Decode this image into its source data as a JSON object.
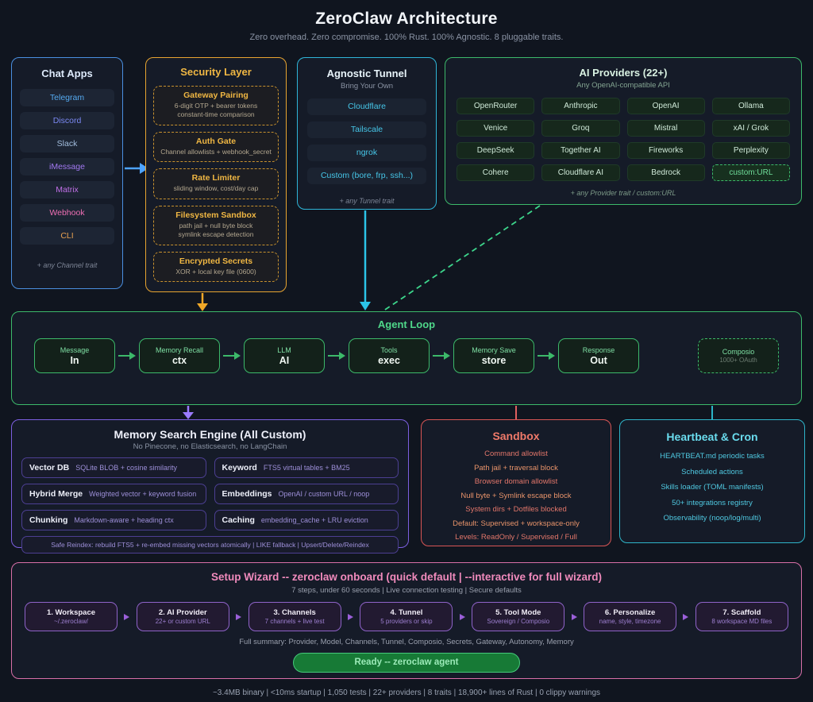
{
  "header": {
    "title": "ZeroClaw Architecture",
    "subtitle": "Zero overhead. Zero compromise. 100% Rust. 100% Agnostic. 8 pluggable traits."
  },
  "chat_apps": {
    "title": "Chat Apps",
    "items": [
      {
        "label": "Telegram",
        "color": "#55aaf0"
      },
      {
        "label": "Discord",
        "color": "#7a88f2"
      },
      {
        "label": "Slack",
        "color": "#a3bede"
      },
      {
        "label": "iMessage",
        "color": "#a279f2"
      },
      {
        "label": "Matrix",
        "color": "#c06fe6"
      },
      {
        "label": "Webhook",
        "color": "#ef6fb4"
      },
      {
        "label": "CLI",
        "color": "#e8a050"
      }
    ],
    "footer": "+ any Channel trait"
  },
  "security": {
    "title": "Security Layer",
    "items": [
      {
        "title": "Gateway Pairing",
        "line1": "6-digit OTP + bearer tokens",
        "line2": "constant-time comparison"
      },
      {
        "title": "Auth Gate",
        "line1": "Channel allowlists + webhook_secret",
        "line2": ""
      },
      {
        "title": "Rate Limiter",
        "line1": "sliding window, cost/day cap",
        "line2": ""
      },
      {
        "title": "Filesystem Sandbox",
        "line1": "path jail + null byte block",
        "line2": "symlink escape detection"
      },
      {
        "title": "Encrypted Secrets",
        "line1": "XOR + local key file (0600)",
        "line2": ""
      }
    ]
  },
  "tunnel": {
    "title": "Agnostic Tunnel",
    "subtitle": "Bring Your Own",
    "items": [
      "Cloudflare",
      "Tailscale",
      "ngrok",
      "Custom (bore, frp, ssh...)"
    ],
    "footer": "+ any Tunnel trait"
  },
  "providers": {
    "title": "AI Providers (22+)",
    "subtitle": "Any OpenAI-compatible API",
    "items": [
      "OpenRouter",
      "Anthropic",
      "OpenAI",
      "Ollama",
      "Venice",
      "Groq",
      "Mistral",
      "xAI / Grok",
      "DeepSeek",
      "Together AI",
      "Fireworks",
      "Perplexity",
      "Cohere",
      "Cloudflare AI",
      "Bedrock",
      "custom:URL"
    ],
    "footer": "+ any Provider trait / custom:URL"
  },
  "agent_loop": {
    "title": "Agent Loop",
    "steps": [
      {
        "top": "Message",
        "bottom": "In"
      },
      {
        "top": "Memory Recall",
        "bottom": "ctx"
      },
      {
        "top": "LLM",
        "bottom": "AI"
      },
      {
        "top": "Tools",
        "bottom": "exec"
      },
      {
        "top": "Memory Save",
        "bottom": "store"
      },
      {
        "top": "Response",
        "bottom": "Out"
      }
    ],
    "composio": {
      "top": "Composio",
      "bottom": "1000+ OAuth"
    }
  },
  "memory": {
    "title": "Memory Search Engine (All Custom)",
    "subtitle": "No Pinecone, no Elasticsearch, no LangChain",
    "items": [
      {
        "label": "Vector DB",
        "desc": "SQLite BLOB + cosine similarity"
      },
      {
        "label": "Keyword",
        "desc": "FTS5 virtual tables + BM25"
      },
      {
        "label": "Hybrid Merge",
        "desc": "Weighted vector + keyword fusion"
      },
      {
        "label": "Embeddings",
        "desc": "OpenAI / custom URL / noop"
      },
      {
        "label": "Chunking",
        "desc": "Markdown-aware + heading ctx"
      },
      {
        "label": "Caching",
        "desc": "embedding_cache + LRU eviction"
      }
    ],
    "footer": "Safe Reindex: rebuild FTS5 + re-embed missing vectors atomically | LIKE fallback | Upsert/Delete/Reindex"
  },
  "sandbox": {
    "title": "Sandbox",
    "lines": [
      "Command allowlist",
      "Path jail + traversal block",
      "Browser domain allowlist",
      "Null byte + Symlink escape block",
      "System dirs + Dotfiles blocked",
      "Default: Supervised + workspace-only",
      "Levels: ReadOnly / Supervised / Full"
    ]
  },
  "heartbeat": {
    "title": "Heartbeat & Cron",
    "lines": [
      "HEARTBEAT.md periodic tasks",
      "Scheduled actions",
      "Skills loader (TOML manifests)",
      "50+ integrations registry",
      "Observability (noop/log/multi)"
    ]
  },
  "wizard": {
    "title": "Setup Wizard -- zeroclaw onboard (quick default | --interactive for full wizard)",
    "subtitle": "7 steps, under 60 seconds | Live connection testing | Secure defaults",
    "steps": [
      {
        "title": "1. Workspace",
        "desc": "~/.zeroclaw/"
      },
      {
        "title": "2. AI Provider",
        "desc": "22+ or custom URL"
      },
      {
        "title": "3. Channels",
        "desc": "7 channels + live test"
      },
      {
        "title": "4. Tunnel",
        "desc": "5 providers or skip"
      },
      {
        "title": "5. Tool Mode",
        "desc": "Sovereign / Composio"
      },
      {
        "title": "6. Personalize",
        "desc": "name, style, timezone"
      },
      {
        "title": "7. Scaffold",
        "desc": "8 workspace MD files"
      }
    ],
    "summary": "Full summary: Provider, Model, Channels, Tunnel, Composio, Secrets, Gateway, Autonomy, Memory",
    "ready_label": "Ready -- zeroclaw agent"
  },
  "status_bar": "~3.4MB binary | <10ms startup | 1,050 tests | 22+ providers | 8 traits | 18,900+ lines of Rust | 0 clippy warnings",
  "colors": {
    "chat_accent": "#4a8fe0",
    "security_accent": "#e8a430",
    "tunnel_accent": "#2fb5d8",
    "provider_accent": "#3cb96a",
    "agent_accent": "#3cb96a",
    "memory_accent": "#7c5fe0",
    "sandbox_accent": "#d85555",
    "heartbeat_accent": "#2fb5c9",
    "wizard_accent": "#d86fa8",
    "ready_green": "#177a36"
  }
}
